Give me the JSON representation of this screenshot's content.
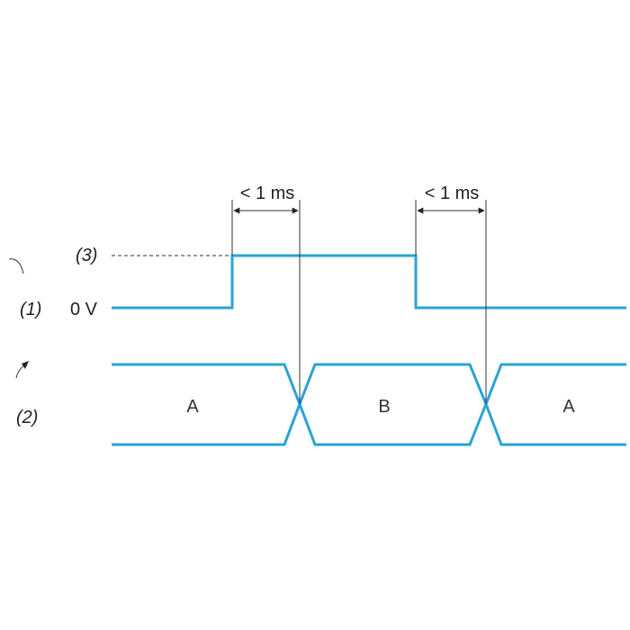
{
  "labels": {
    "ref_1": "(1)",
    "ref_2": "(2)",
    "ref_3": "(3)",
    "zero_volt": "0 V",
    "delay_1": "< 1 ms",
    "delay_2": "< 1 ms"
  },
  "states": [
    "A",
    "B",
    "A"
  ],
  "colors": {
    "signal": "#2aa3d6",
    "annotation": "#333333"
  }
}
